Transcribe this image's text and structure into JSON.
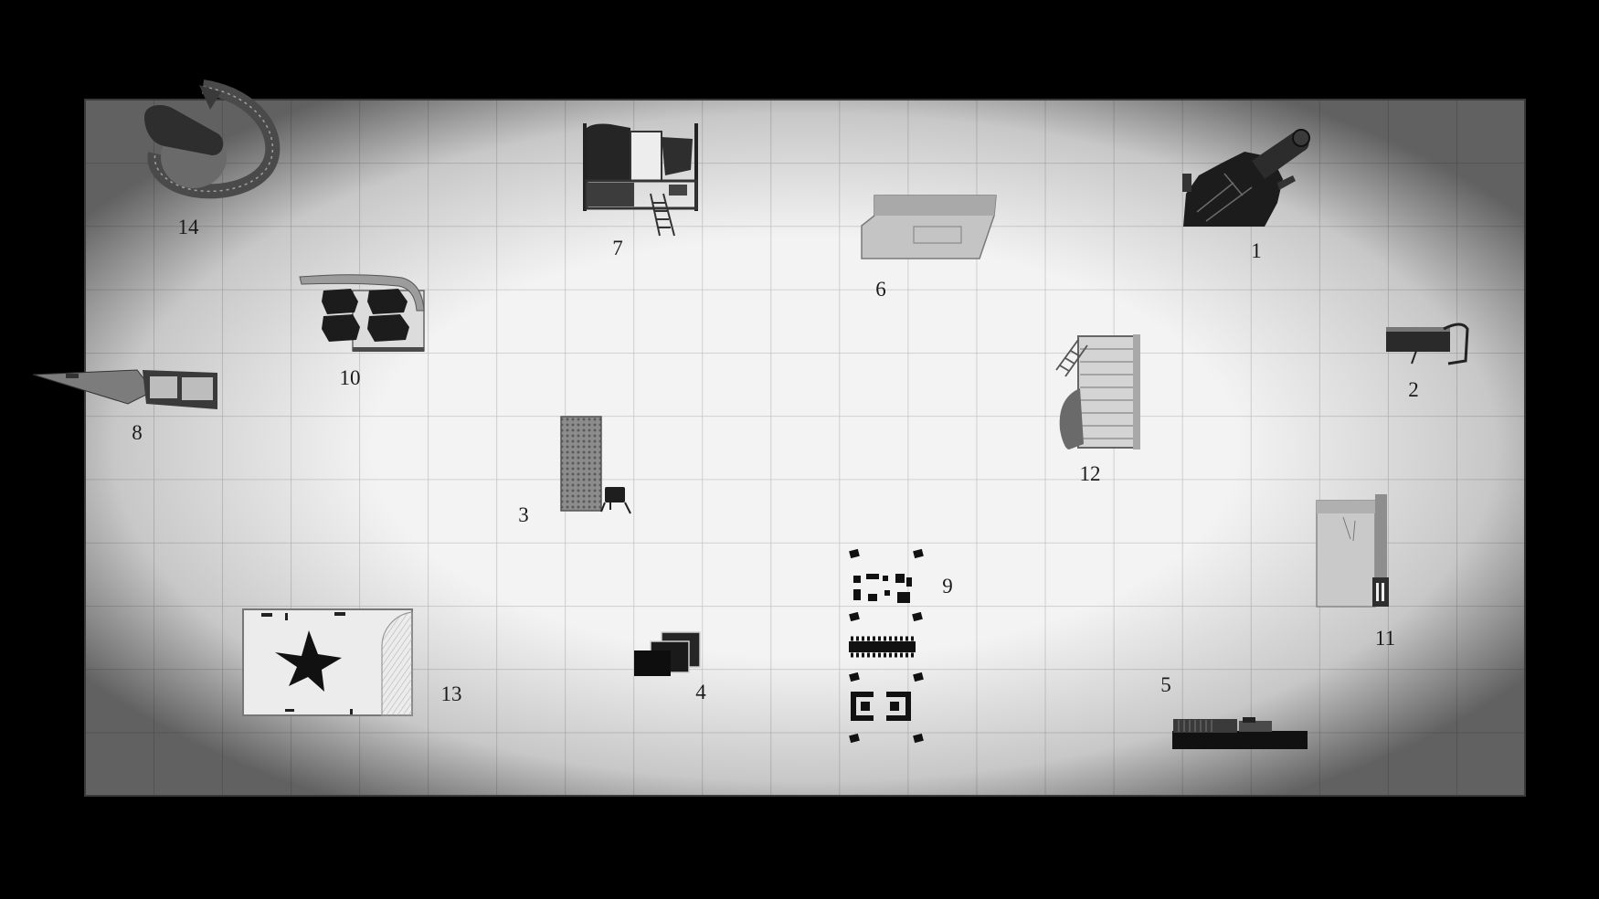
{
  "colors": {
    "background": "#000000",
    "table": "#f3f3f3",
    "grid_line": "#a9a9a9",
    "label": "#1a1a1a"
  },
  "model_labels": {
    "m1": "1",
    "m2": "2",
    "m3": "3",
    "m4": "4",
    "m5": "5",
    "m6": "6",
    "m7": "7",
    "m8": "8",
    "m9": "9",
    "m10": "10",
    "m11": "11",
    "m12": "12",
    "m13": "13",
    "m14": "14"
  }
}
